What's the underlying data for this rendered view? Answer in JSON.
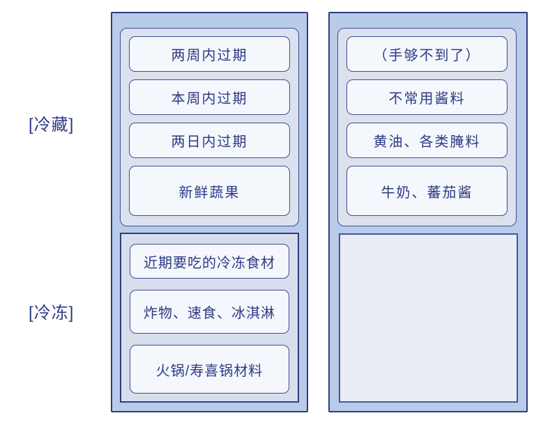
{
  "side_labels": {
    "fridge": "[冷藏]",
    "freezer": "[冷冻]"
  },
  "left_column": {
    "top_shelves": [
      "两周内过期",
      "本周内过期",
      "两日内过期",
      "新鲜蔬果"
    ],
    "bottom_shelves": [
      "近期要吃的冷冻食材",
      "炸物、速食、冰淇淋",
      "火锅/寿喜锅材料"
    ]
  },
  "right_column": {
    "top_shelves": [
      "（手够不到了）",
      "不常用酱料",
      "黄油、各类腌料",
      "牛奶、蕃茄酱"
    ]
  },
  "colors": {
    "column_fill": "#b8cbe8",
    "column_border": "#2f3c7e",
    "section_fill": "#dbe2ee",
    "section_border": "#3e4a94",
    "freezer_section_fill": "#d8dfec",
    "shelf_fill": "#f4f7fc",
    "empty_panel_fill": "#e8edf6",
    "empty_panel_border": "#47549e",
    "text": "#2d3a85"
  }
}
